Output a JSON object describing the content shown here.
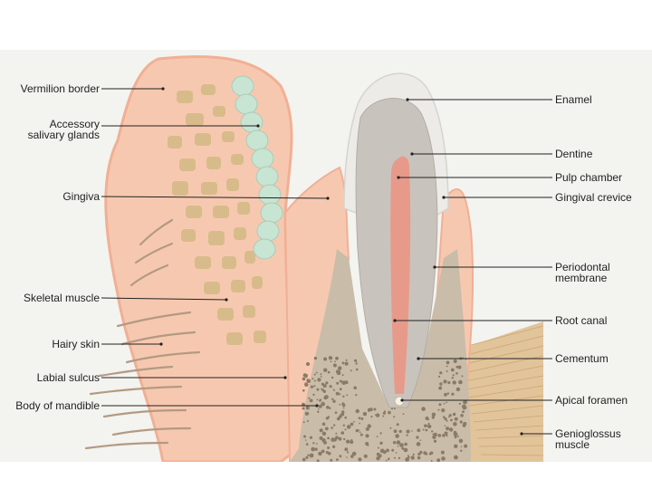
{
  "figure": {
    "labels_left": [
      {
        "id": "vermilion",
        "text": "Vermilion border"
      },
      {
        "id": "accessory",
        "text": "Accessory\nsalivary glands"
      },
      {
        "id": "gingiva",
        "text": "Gingiva"
      },
      {
        "id": "skeletal",
        "text": "Skeletal muscle"
      },
      {
        "id": "hairy",
        "text": "Hairy skin"
      },
      {
        "id": "labial",
        "text": "Labial sulcus"
      },
      {
        "id": "mandible",
        "text": "Body of mandible"
      }
    ],
    "labels_right": [
      {
        "id": "enamel",
        "text": "Enamel"
      },
      {
        "id": "dentine",
        "text": "Dentine"
      },
      {
        "id": "pulp",
        "text": "Pulp chamber"
      },
      {
        "id": "crevice",
        "text": "Gingival crevice"
      },
      {
        "id": "periodontal",
        "text": "Periodontal\nmembrane"
      },
      {
        "id": "rootcanal",
        "text": "Root canal"
      },
      {
        "id": "cementum",
        "text": "Cementum"
      },
      {
        "id": "apical",
        "text": "Apical foramen"
      },
      {
        "id": "genioglossus",
        "text": "Genioglossus\nmuscle"
      }
    ],
    "colors": {
      "lip_tissue": "#f7c8b0",
      "lip_border": "#f0b095",
      "gland": "#c8e4d2",
      "muscle_bundle": "#d8bb8a",
      "bone": "#c9bca9",
      "bone_dots": "#8a7a66",
      "enamel": "#ecebe7",
      "dentine": "#c9c3bd",
      "pulp": "#e89a8a",
      "genioglossus": "#e2c49a",
      "hair": "#b39a82",
      "leader": "#222222"
    }
  }
}
